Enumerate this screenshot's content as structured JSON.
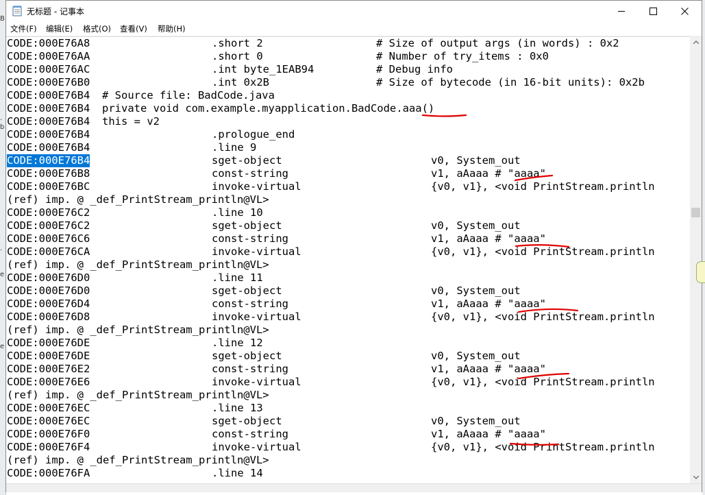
{
  "window": {
    "title": "无标题 - 记事本",
    "accent_color": "#0078d7",
    "annotation_color": "#e00000"
  },
  "menu": [
    {
      "label": "文件(F)"
    },
    {
      "label": "编辑(E)"
    },
    {
      "label": "格式(O)"
    },
    {
      "label": "查看(V)"
    },
    {
      "label": "帮助(H)"
    }
  ],
  "desktop_peek": [
    "B",
    "·",
    "b",
    "·",
    "e",
    "e"
  ],
  "lines": [
    {
      "addr": "CODE:000E76A8",
      "op": ".short 2",
      "arg": "# Size of output args (in words) : 0x2"
    },
    {
      "addr": "CODE:000E76AA",
      "op": ".short 0",
      "arg": "# Number of try_items : 0x0"
    },
    {
      "addr": "CODE:000E76AC",
      "op": ".int byte_1EAB94",
      "arg": "# Debug info"
    },
    {
      "addr": "CODE:000E76B0",
      "op": ".int 0x2B",
      "arg": "# Size of bytecode (in 16-bit units): 0x2b"
    },
    {
      "addr": "CODE:000E76B4",
      "text": "# Source file: BadCode.java"
    },
    {
      "addr": "CODE:000E76B4",
      "text": "private void com.example.myapplication.BadCode.aaa()"
    },
    {
      "addr": "CODE:000E76B4",
      "text": "this = v2"
    },
    {
      "addr": "CODE:000E76B4",
      "op": ".prologue_end"
    },
    {
      "addr": "CODE:000E76B4",
      "op": ".line 9"
    },
    {
      "addr": "CODE:000E76B4",
      "op": "sget-object",
      "arg": "v0, System_out",
      "selected": true
    },
    {
      "addr": "CODE:000E76B8",
      "op": "const-string",
      "arg": "v1, aAaaa # \"aaaa\""
    },
    {
      "addr": "CODE:000E76BC",
      "op": "invoke-virtual",
      "arg": "{v0, v1}, <void PrintStream.println"
    },
    {
      "cont": "(ref) imp. @ _def_PrintStream_println@VL>"
    },
    {
      "addr": "CODE:000E76C2",
      "op": ".line 10"
    },
    {
      "addr": "CODE:000E76C2",
      "op": "sget-object",
      "arg": "v0, System_out"
    },
    {
      "addr": "CODE:000E76C6",
      "op": "const-string",
      "arg": "v1, aAaaa # \"aaaa\""
    },
    {
      "addr": "CODE:000E76CA",
      "op": "invoke-virtual",
      "arg": "{v0, v1}, <void PrintStream.println"
    },
    {
      "cont": "(ref) imp. @ _def_PrintStream_println@VL>"
    },
    {
      "addr": "CODE:000E76D0",
      "op": ".line 11"
    },
    {
      "addr": "CODE:000E76D0",
      "op": "sget-object",
      "arg": "v0, System_out"
    },
    {
      "addr": "CODE:000E76D4",
      "op": "const-string",
      "arg": "v1, aAaaa # \"aaaa\""
    },
    {
      "addr": "CODE:000E76D8",
      "op": "invoke-virtual",
      "arg": "{v0, v1}, <void PrintStream.println"
    },
    {
      "cont": "(ref) imp. @ _def_PrintStream_println@VL>"
    },
    {
      "addr": "CODE:000E76DE",
      "op": ".line 12"
    },
    {
      "addr": "CODE:000E76DE",
      "op": "sget-object",
      "arg": "v0, System_out"
    },
    {
      "addr": "CODE:000E76E2",
      "op": "const-string",
      "arg": "v1, aAaaa # \"aaaa\""
    },
    {
      "addr": "CODE:000E76E6",
      "op": "invoke-virtual",
      "arg": "{v0, v1}, <void PrintStream.println"
    },
    {
      "cont": "(ref) imp. @ _def_PrintStream_println@VL>"
    },
    {
      "addr": "CODE:000E76EC",
      "op": ".line 13"
    },
    {
      "addr": "CODE:000E76EC",
      "op": "sget-object",
      "arg": "v0, System_out"
    },
    {
      "addr": "CODE:000E76F0",
      "op": "const-string",
      "arg": "v1, aAaaa # \"aaaa\""
    },
    {
      "addr": "CODE:000E76F4",
      "op": "invoke-virtual",
      "arg": "{v0, v1}, <void PrintStream.println"
    },
    {
      "cont": "(ref) imp. @ _def_PrintStream_println@VL>"
    },
    {
      "addr": "CODE:000E76FA",
      "op": ".line 14"
    }
  ]
}
